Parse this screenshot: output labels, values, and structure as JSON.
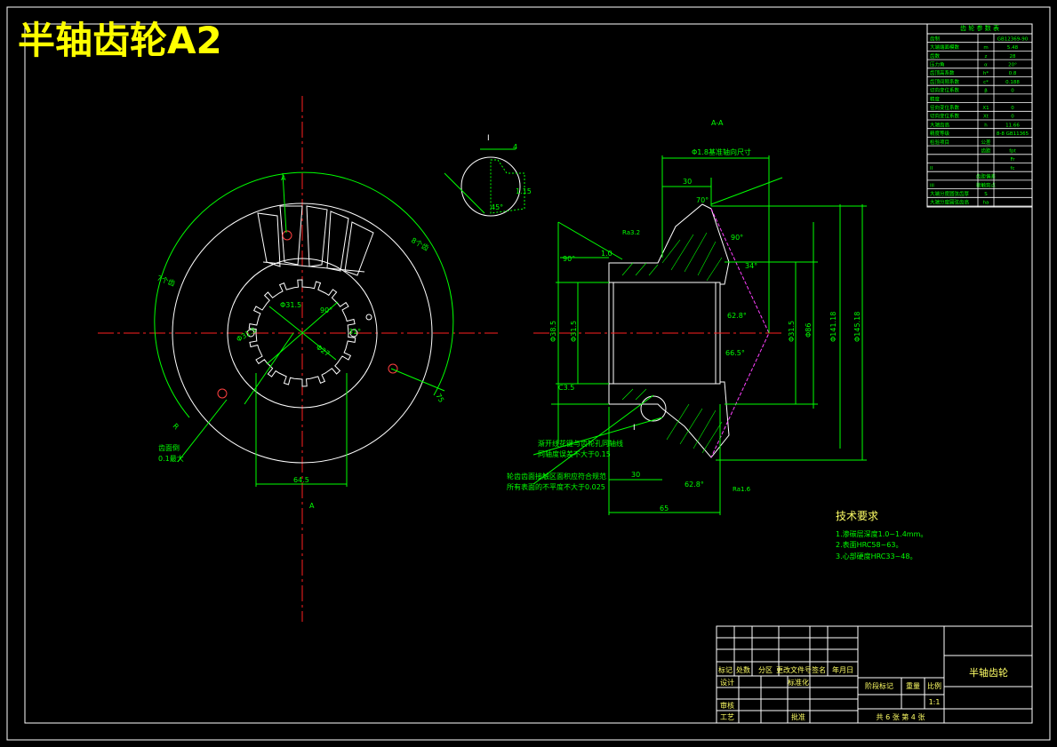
{
  "sheet": {
    "title": "半轴齿轮A2",
    "colors": {
      "background": "#000000",
      "border": "#ffffff",
      "outline": "#ffffff",
      "dimension": "#00ff00",
      "centerline": "#ff2020",
      "title": "#ffff00",
      "text_yellow": "#ffff66",
      "tooth_profile": "#ff40ff"
    }
  },
  "left_view": {
    "section_mark": "A",
    "section_mark_bottom": "A",
    "dim_bore": "Φ31.5",
    "dim_bore_inner": "Φ27",
    "dim_pitch": "Φ31.5",
    "dim_angle_top": "90°",
    "dim_angle_side": "31°",
    "dim_spline_width": "64.5",
    "dim_tooth_count_right": "8个齿",
    "dim_tooth_count_left": "7个齿",
    "dim_radius": "R",
    "dim_75": "75",
    "note_1": "齿面倒",
    "note_2": "0.1最大"
  },
  "detail_view": {
    "label": "I",
    "scale": "4",
    "dim_angle": "45°",
    "dim_1": "1.15"
  },
  "section_view": {
    "section_label": "A-A",
    "dim_top": "Φ1.8基准轴向尺寸",
    "dim_30": "30",
    "dim_70": "70°",
    "dim_1_0": "1.0",
    "dim_90_tl": "90°",
    "dim_90_r": "90°",
    "dim_34": "34°",
    "dim_62": "62.8°",
    "dim_66": "66.5°",
    "dim_phi_outer": "Φ141.18",
    "dim_phi_tip": "Φ145.18",
    "dim_phi_root": "Φ86",
    "dim_phi_bore_l": "Φ31.5",
    "dim_phi_bore_r": "Φ31.5",
    "dim_phi_left": "Φ38.5",
    "dim_c": "C3.5",
    "dim_bottom_a": "30",
    "dim_bottom_b": "65",
    "dim_bottom_angle": "62.8°",
    "label_i": "I",
    "rough_1": "Ra3.2",
    "rough_2": "Ra1.6",
    "note_1": "渐开线花键与齿轮孔同轴线",
    "note_2": "同轴度误差不大于0.15",
    "note_3": "轮齿齿面接触区面积应符合规范",
    "note_4": "所有表面的不平度不大于0.025"
  },
  "param_table": {
    "header": "齿 轮 参 数 表",
    "rows": [
      [
        "齿制",
        "",
        "GB12369-90"
      ],
      [
        "大端端面模数",
        "m",
        "5.48"
      ],
      [
        "齿数",
        "z",
        "28"
      ],
      [
        "压力角",
        "α",
        "20°"
      ],
      [
        "齿顶高系数",
        "h*",
        "0.8"
      ],
      [
        "齿顶间隙系数",
        "c*",
        "0.188"
      ],
      [
        "切向变位系数",
        "β",
        "0"
      ],
      [
        "精度",
        "",
        ""
      ],
      [
        "径向变位系数",
        "X1",
        "0"
      ],
      [
        "切向变位系数",
        "Xt",
        "0"
      ],
      [
        "大端齿高",
        "h",
        "11.66"
      ],
      [
        "精度等级",
        "",
        "8-8 GB11365"
      ],
      [
        "检验项目",
        "公差",
        ""
      ],
      [
        "",
        "齿距",
        "fpt"
      ],
      [
        "",
        "",
        "Fr"
      ],
      [
        "II",
        "",
        "fc"
      ],
      [
        "",
        "齿距偏差",
        ""
      ],
      [
        "III",
        "接触斑点",
        ""
      ],
      [
        "大端分度圆弦齿厚",
        "S",
        ""
      ],
      [
        "大端分度圆弦齿高",
        "ha",
        ""
      ]
    ]
  },
  "tech_requirements": {
    "title": "技术要求",
    "items": [
      "1.渗碳层深度1.0~1.4mm。",
      "2.表面HRC58~63。",
      "3.心部硬度HRC33~48。"
    ]
  },
  "title_block": {
    "part_name": "半轴齿轮",
    "scale_label": "比例",
    "scale_value": "1:1",
    "weight_label": "重量",
    "stage_label": "阶段标记",
    "sheet_info": "共 6 张  第 4 张",
    "headers": [
      "标记",
      "处数",
      "分区",
      "更改文件号",
      "签名",
      "年月日"
    ],
    "design": "设计",
    "standardize": "标准化",
    "review": "审核",
    "process": "工艺",
    "approve": "批准"
  }
}
